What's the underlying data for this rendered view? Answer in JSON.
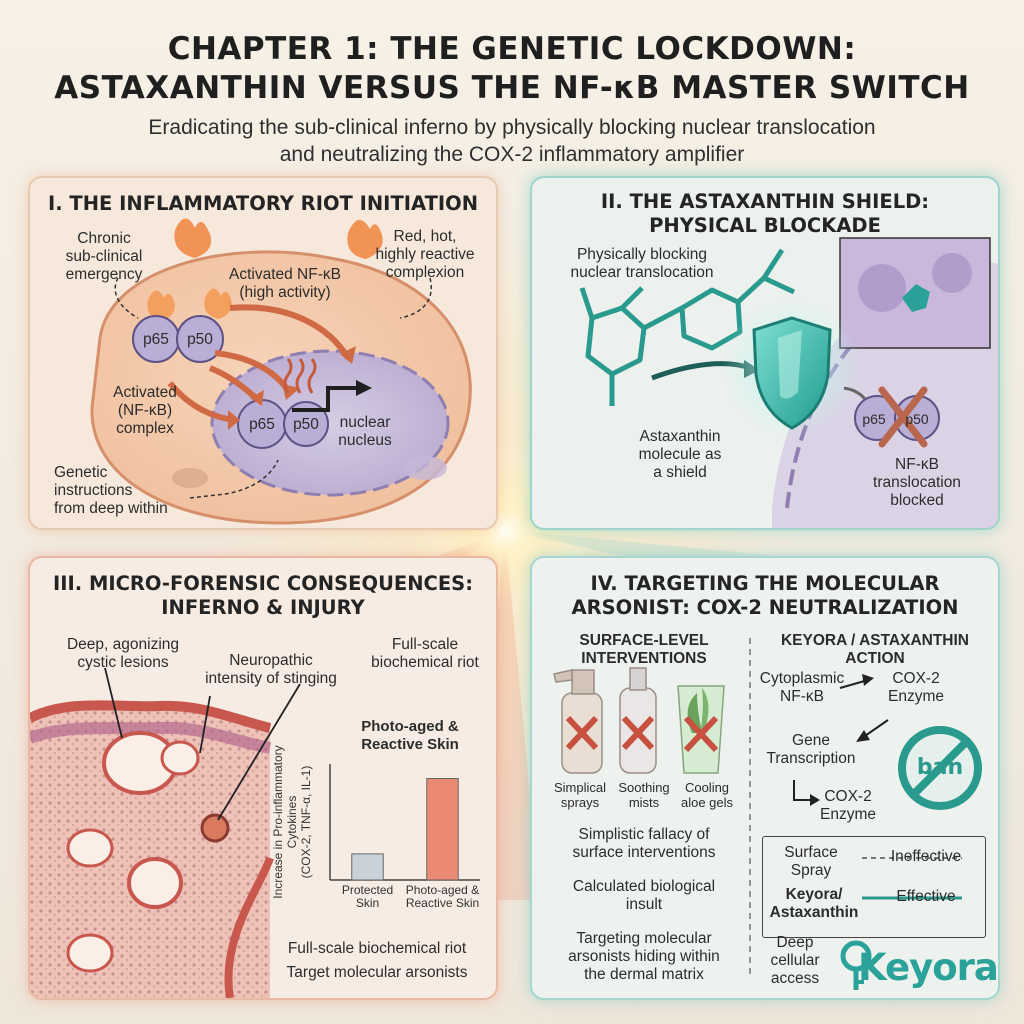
{
  "header": {
    "title_line1": "CHAPTER 1: THE GENETIC LOCKDOWN:",
    "title_line2": "ASTAXANTHIN VERSUS THE NF-κB MASTER SWITCH",
    "subtitle_line1": "Eradicating the sub-clinical inferno by physically blocking nuclear translocation",
    "subtitle_line2": "and neutralizing the COX-2 inflammatory amplifier"
  },
  "panel1": {
    "heading": "I. THE INFLAMMATORY RIOT INITIATION",
    "chronic_1": "Chronic",
    "chronic_2": "sub-clinical",
    "chronic_3": "emergency",
    "red_1": "Red, hot,",
    "red_2": "highly reactive",
    "red_3": "complexion",
    "activated_top_1": "Activated NF-κB",
    "activated_top_2": "(high activity)",
    "p65": "p65",
    "p50": "p50",
    "activated_side_1": "Activated",
    "activated_side_2": "(NF-κB)",
    "activated_side_3": "complex",
    "nuclear_1": "nuclear",
    "nuclear_2": "nucleus",
    "genetic_1": "Genetic",
    "genetic_2": "instructions",
    "genetic_3": "from deep within"
  },
  "panel2": {
    "heading_line1": "II. THE ASTAXANTHIN SHIELD:",
    "heading_line2": "PHYSICAL BLOCKADE",
    "blocking_1": "Physically blocking",
    "blocking_2": "nuclear translocation",
    "molecule_1": "Astaxanthin",
    "molecule_2": "molecule as",
    "molecule_3": "a shield",
    "blocked_1": "NF-κB",
    "blocked_2": "translocation",
    "blocked_3": "blocked",
    "p65": "p65",
    "p50": "p50"
  },
  "panel3": {
    "heading_line1": "III. MICRO-FORENSIC CONSEQUENCES:",
    "heading_line2": "INFERNO & INJURY",
    "lesions_1": "Deep, agonizing",
    "lesions_2": "cystic lesions",
    "neuro_1": "Neuropathic",
    "neuro_2": "intensity of stinging",
    "riot_1": "Full-scale",
    "riot_2": "biochemical riot",
    "footer_1": "Full-scale biochemical riot",
    "footer_2": "Target molecular arsonists"
  },
  "panel4": {
    "heading_line1": "IV. TARGETING THE MOLECULAR",
    "heading_line2": "ARSONIST: COX-2 NEUTRALIZATION",
    "left_title_1": "SURFACE-LEVEL",
    "left_title_2": "INTERVENTIONS",
    "right_title_1": "KEYORA / ASTAXANTHIN",
    "right_title_2": "ACTION",
    "products": [
      {
        "line1": "Simplical",
        "line2": "sprays"
      },
      {
        "line1": "Soothing",
        "line2": "mists"
      },
      {
        "line1": "Cooling",
        "line2": "aloe gels"
      }
    ],
    "fallacy_1": "Simplistic fallacy of",
    "fallacy_2": "surface interventions",
    "insult_1": "Calculated biological",
    "insult_2": "insult",
    "targeting_1": "Targeting molecular",
    "targeting_2": "arsonists hiding within",
    "targeting_3": "the dermal matrix",
    "cyto_1": "Cytoplasmic",
    "cyto_2": "NF-κB",
    "cox_a_1": "COX-2",
    "cox_a_2": "Enzyme",
    "gene_1": "Gene",
    "gene_2": "Transcription",
    "cox_b_1": "COX-2",
    "cox_b_2": "Enzyme",
    "ban_text": "ban",
    "legend": {
      "row1_1": "Surface",
      "row1_2": "Spray",
      "row1_value": "Ineffective",
      "row2_1": "Keyora/",
      "row2_2": "Astaxanthin",
      "row2_value": "Effective"
    },
    "deep_1": "Deep",
    "deep_2": "cellular",
    "deep_3": "access",
    "logo_text": "Keyora"
  },
  "chart_data": {
    "type": "bar",
    "title": "Photo-aged & Reactive Skin",
    "ylabel": "Increase in Pro-inflammatory Cytokines (COX-2, TNF-α, IL-1)",
    "categories": [
      "Protected Skin",
      "Photo-aged & Reactive Skin"
    ],
    "category_lines": [
      [
        "Protected",
        "Skin"
      ],
      [
        "Photo-aged &",
        "Reactive Skin"
      ]
    ],
    "ylabel_lines": [
      "Increase in Pro-inflammatory",
      "Cytokines",
      "(COX-2, TNF-α, IL-1)"
    ],
    "values": [
      18,
      70
    ],
    "ylim": [
      0,
      80
    ],
    "colors": [
      "#c9d2d8",
      "#ea8a72"
    ]
  }
}
